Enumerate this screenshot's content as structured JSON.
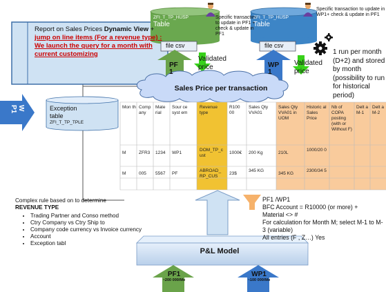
{
  "report_box": {
    "prefix": "Report on  Sales Prices ",
    "bold": "Dynamic View",
    "plus": " + ",
    "red_line": "jump on line items (For a revenue type) : We launch the query for a month with current customizing"
  },
  "husp_table": {
    "line1": "ZFI_T_TP_HUSP",
    "line2": "Table"
  },
  "husp_note": "Specific transaction to update in PF1 + check & update in PF1",
  "husp_file": "file csv",
  "pf1_arrow": "PF\n1",
  "validated_left": "Validated price",
  "husp2_table": {
    "line1": "ZFI_T_TP_HUSP",
    "line2": "Table"
  },
  "husp2_note": "Specific transaction to update in WP1+ check & update in PF1",
  "husp2_file": "file csv",
  "wp1_arrow": "WP\n1",
  "validated_right": "Validated price",
  "run_note": "1 run per month (D+2) and stored by month (possibility to run for historical period)",
  "cloud_label": "Sales Price per transaction",
  "wp1_left_arrow": "W\nP1",
  "exception_table": {
    "line1": "Exception",
    "line2": "table",
    "line3": "ZFI_T_TP_TPLE"
  },
  "table": {
    "headers": [
      "Mon th",
      "Comp any",
      "Mate rial",
      "Sour ce syst em",
      "Revenue type",
      "R100 00",
      "Sales Qty VVA01",
      "Sales Qty VVA01 in UOM",
      "Historic al Sales Price",
      "Nb of COPA posting (with or Without F)",
      "Delt a M-1",
      "Delt a M-2"
    ],
    "rows": [
      [
        "M",
        "ZFR3",
        "1234",
        "WP1",
        "DOM_TP_c ust",
        "1000€",
        "200 Kg",
        "210L",
        "1000/20 0",
        "",
        "",
        ""
      ],
      [
        "M",
        "005",
        "5567",
        "PF",
        "ABROAD_ RP_CUS",
        "23$",
        "345 KG",
        "345 KG",
        "2300/34 5",
        "",
        "",
        ""
      ],
      [
        "",
        "",
        "",
        "",
        "",
        "",
        "",
        "",
        "",
        "",
        "",
        ""
      ]
    ]
  },
  "complex_rule": {
    "intro": "Complex rule based on to determine",
    "title": "REVENUE TYPE",
    "items": [
      "Trading Partner and  Conso method",
      "Ctry Company vs Ctry Ship to",
      "Company code currency vs Invoice currency",
      "Account",
      "Exception tabl"
    ]
  },
  "filter_note": {
    "line1": "PF1 /WP1",
    "line2": "BFC Account = R10000 (or more) +",
    "line3": "Material <> #",
    "line4": "For calculation for Month M; select M-1 to M-3  (variable)",
    "line5": "All entries (F , Z…) Yes"
  },
  "pl_model": "P&L Model",
  "pf1_bottom": {
    "label": "PF1",
    "sub": "~200 000/Mo"
  },
  "wp1_bottom": {
    "label": "WP1",
    "sub": "~100 000/Mo"
  },
  "colors": {
    "blue": "#3a78c9",
    "green": "#6aa34a",
    "orange": "#f6b26b",
    "yellow": "#f1c232",
    "red": "#cc0000"
  }
}
